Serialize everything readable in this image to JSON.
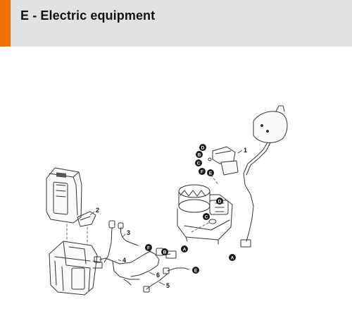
{
  "header": {
    "title": "E - Electric equipment",
    "accent_color": "#ee7203",
    "background_color": "#e2e2e2"
  },
  "diagram": {
    "part_numbers": [
      "1",
      "2",
      "3",
      "4",
      "5",
      "6"
    ],
    "connector_markers": [
      "A",
      "B",
      "C",
      "D",
      "E",
      "F"
    ]
  }
}
